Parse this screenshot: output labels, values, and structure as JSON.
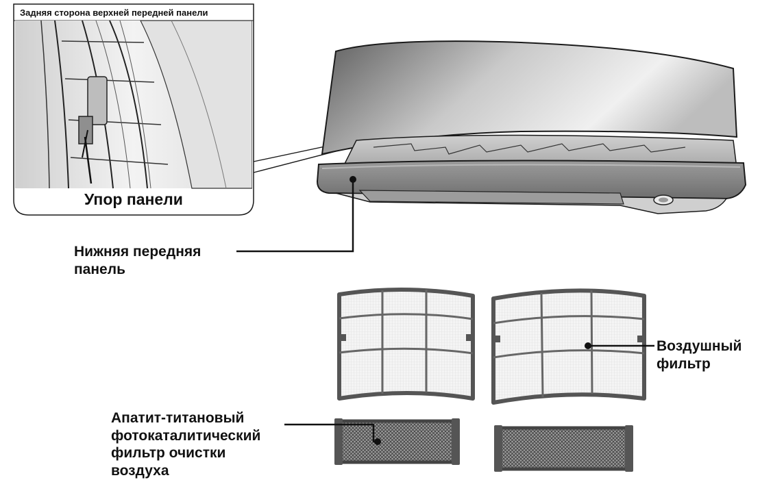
{
  "inset": {
    "title": "Задняя сторона верхней передней панели",
    "callout": "Упор панели"
  },
  "labels": {
    "lower_panel": [
      "Нижняя передняя",
      "панель"
    ],
    "air_filter": [
      "Воздушный",
      "фильтр"
    ],
    "photocatalytic_filter": [
      "Апатит-титановый",
      "фотокаталитический",
      "фильтр очистки",
      "воздуха"
    ]
  },
  "colors": {
    "outline": "#1a1a1a",
    "panel_dark": "#7a7a7a",
    "panel_light": "#e6e6e6",
    "filter_frame": "#6a6a6a",
    "filter_mesh": "#f2f2f2"
  }
}
